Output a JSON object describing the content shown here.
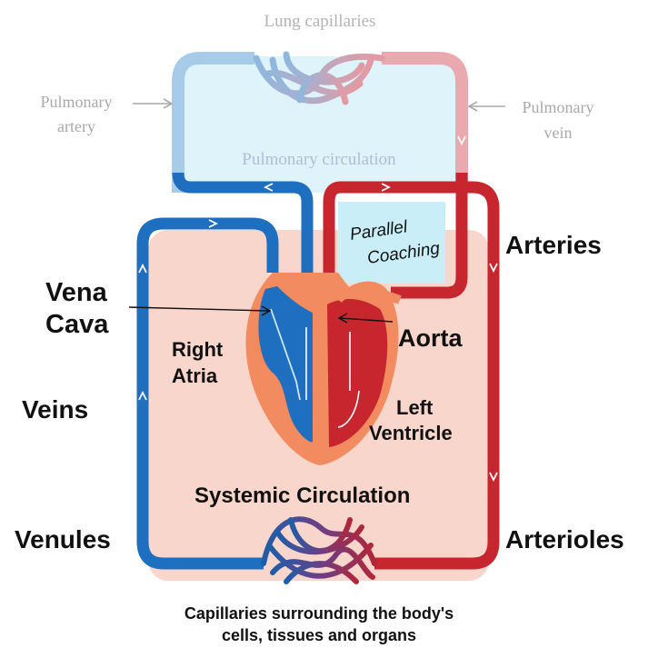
{
  "labels": {
    "lung_capillaries": "Lung capillaries",
    "pulmonary_artery_line1": "Pulmonary",
    "pulmonary_artery_line2": "artery",
    "pulmonary_vein_line1": "Pulmonary",
    "pulmonary_vein_line2": "vein",
    "pulmonary_circulation": "Pulmonary circulation",
    "watermark_line1": "Parallel",
    "watermark_line2": "Coaching",
    "arteries": "Arteries",
    "vena_cava_line1": "Vena",
    "vena_cava_line2": "Cava",
    "aorta": "Aorta",
    "right_atria_line1": "Right",
    "right_atria_line2": "Atria",
    "veins": "Veins",
    "left_ventricle_line1": "Left",
    "left_ventricle_line2": "Ventricle",
    "systemic_circulation": "Systemic Circulation",
    "venules": "Venules",
    "arterioles": "Arterioles",
    "caption_line1": "Capillaries surrounding the body's",
    "caption_line2": "cells, tissues and organs"
  },
  "colors": {
    "oxygen_poor": "#1e6fc0",
    "oxygen_rich": "#c8262f",
    "systemic_fill": "#f9d6cc",
    "pulmonary_fill": "#dff3fa",
    "heart_outer": "#f28b5f",
    "label_gray": "#a9a9a9",
    "label_black": "#111111"
  }
}
